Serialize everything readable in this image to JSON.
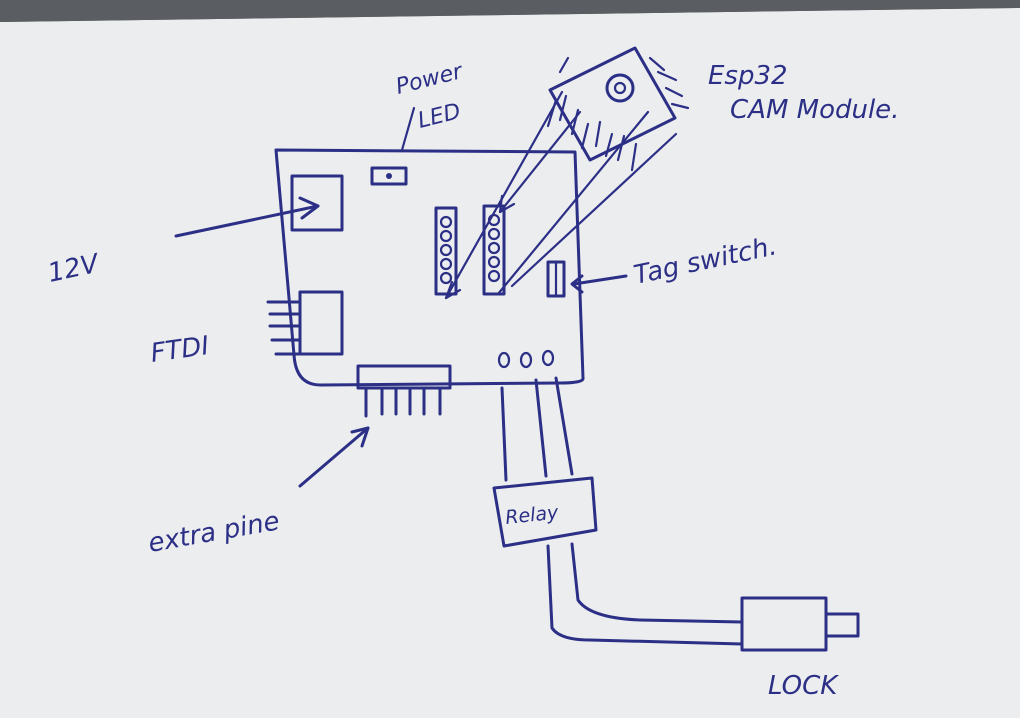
{
  "diagram": {
    "labels": {
      "power_led_line1": "Power",
      "power_led_line2": "LED",
      "esp32_line1": "Esp32",
      "esp32_line2": "CAM Module.",
      "v12": "12V",
      "tag_switch": "Tag switch.",
      "ftdi": "FTDI",
      "extra_pins": "extra pine",
      "relay": "Relay",
      "lock": "LOCK"
    }
  }
}
